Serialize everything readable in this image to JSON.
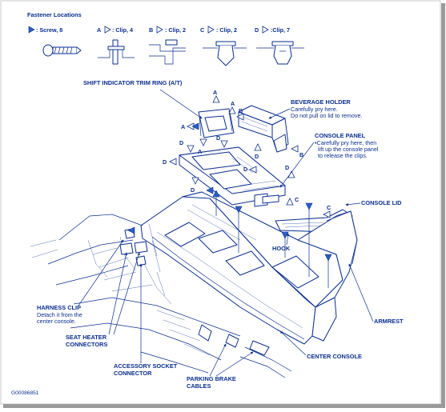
{
  "legend": {
    "title": "Fastener Locations",
    "items": [
      {
        "letter": "",
        "label": ": Screw, 8"
      },
      {
        "letter": "A",
        "label": ": Clip, 4"
      },
      {
        "letter": "B",
        "label": ": Clip, 2"
      },
      {
        "letter": "C",
        "label": ": Clip, 2"
      },
      {
        "letter": "D",
        "label": ":Clip, 7"
      }
    ]
  },
  "callouts": {
    "shift_ring": "SHIFT INDICATOR TRIM RING (A/T)",
    "beverage_holder": "BEVERAGE HOLDER",
    "beverage_note_1": "Carefully pry here.",
    "beverage_note_2": "Do not pull on lid to remove.",
    "console_panel": "CONSOLE PANEL",
    "console_panel_note_1": "•Carefully pry here, then",
    "console_panel_note_2": "lift up the console panel",
    "console_panel_note_3": "to release the clips.",
    "console_lid": "CONSOLE LID",
    "hook": "HOOK",
    "harness_clip": "HARNESS CLIP",
    "harness_note_1": "Detach it from the",
    "harness_note_2": "center console.",
    "seat_heater_1": "SEAT HEATER",
    "seat_heater_2": "CONNECTORS",
    "accessory_1": "ACCESSORY SOCKET",
    "accessory_2": "CONNECTOR",
    "armrest": "ARMREST",
    "center_console": "CENTER CONSOLE",
    "parking_1": "PARKING BRAKE",
    "parking_2": "CABLES"
  },
  "clip_letters": {
    "a": "A",
    "b": "B",
    "c": "C",
    "d": "D"
  },
  "figure_code": "G00086851",
  "colors": {
    "line": "#0a2f8f",
    "marker_fill": "#2a5fc4",
    "border": "#c8c8c8"
  }
}
